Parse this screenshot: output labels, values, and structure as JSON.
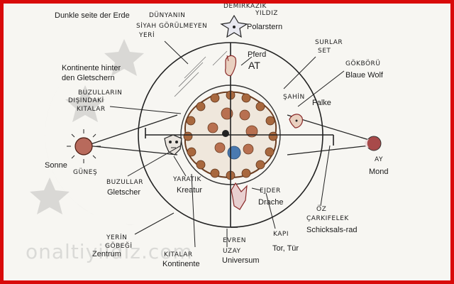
{
  "colors": {
    "frame": "#d90a0a",
    "ink": "#1a1a1a",
    "sun": "#b04a3a",
    "earth_brown": "#8a5a3a",
    "water_blue": "#4a7ab0",
    "red_accent": "#c23030"
  },
  "labels": {
    "dunkle_seite": "Dunkle seite der Erde",
    "dunyanin_1": "DÜNYANIN",
    "dunyanin_2": "SİYAH GÖRÜLMEYEN",
    "dunyanin_3": "YERİ",
    "demir_1": "DEMİRKAZIK",
    "demir_2": "YILDIZ",
    "polarstern": "Polarstern",
    "pferd": "Pferd",
    "at": "AT",
    "surlar_1": "SURLAR",
    "surlar_2": "SET",
    "gokboru": "GÖKBÖRÜ",
    "blaue_wolf": "Blaue Wolf",
    "kontinente_hinter_1": "Kontinente hinter",
    "kontinente_hinter_2": "den Gletschern",
    "buzul_1": "BUZULLARIN",
    "buzul_2": "DIŞINDAKİ",
    "buzul_3": "KITALAR",
    "sahin": "ŞAHİN",
    "falke": "Falke",
    "sonne": "Sonne",
    "gunes": "GÜNEŞ",
    "ay": "AY",
    "mond": "Mond",
    "buzullar": "BUZULLAR",
    "gletscher": "Gletscher",
    "yaratik": "YARATIK",
    "kreatur": "Kreatur",
    "ejder": "EJDER",
    "drache": "Drache",
    "oz_1": "ÖZ",
    "oz_2": "ÇARKIFELEK",
    "schicksals": "Schicksals-rad",
    "yerin_1": "YERİN",
    "yerin_2": "GÖBEĞİ",
    "zentrum": "Zentrum",
    "evren_1": "EVREN",
    "evren_2": "UZAY",
    "universum": "Universum",
    "kapi": "KAPI",
    "tor": "Tor, Tür",
    "kitalar_1": "KITALAR",
    "kontinente": "Kontinente",
    "watermark": "onaltiyildiz.com"
  }
}
